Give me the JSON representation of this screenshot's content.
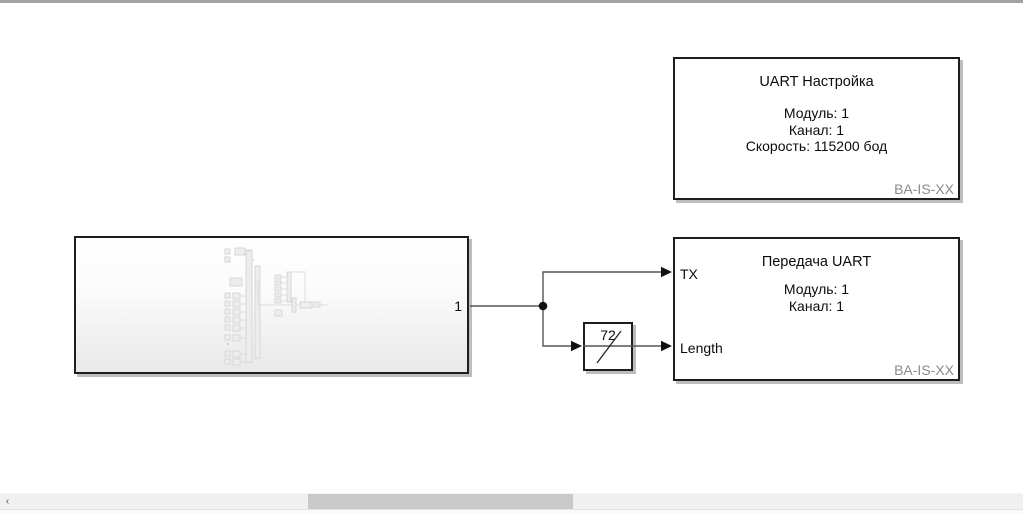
{
  "diagram": {
    "uart_config_block": {
      "title": "UART Настройка",
      "param_module": "Модуль: 1",
      "param_channel": "Канал: 1",
      "param_speed": "Скорость: 115200 бод",
      "tag": "BA-IS-XX"
    },
    "uart_tx_block": {
      "title": "Передача UART",
      "param_module": "Модуль: 1",
      "param_channel": "Канал: 1",
      "tag": "BA-IS-XX",
      "port_tx": "TX",
      "port_length": "Length"
    },
    "subsystem_block": {
      "output_port_number": "1"
    },
    "width_block": {
      "value": "72"
    }
  },
  "scrollbar": {
    "left_arrow": "‹"
  },
  "colors": {
    "block_border": "#1e1e1e",
    "block_shadow": "#bdbdbd",
    "tag_text": "#8b8b8b",
    "wire": "#555555",
    "arrow_fill": "#111111",
    "scroll_track": "#f0f0f0",
    "scroll_thumb": "#c9c9c9",
    "topbar": "#a2a2a2"
  }
}
